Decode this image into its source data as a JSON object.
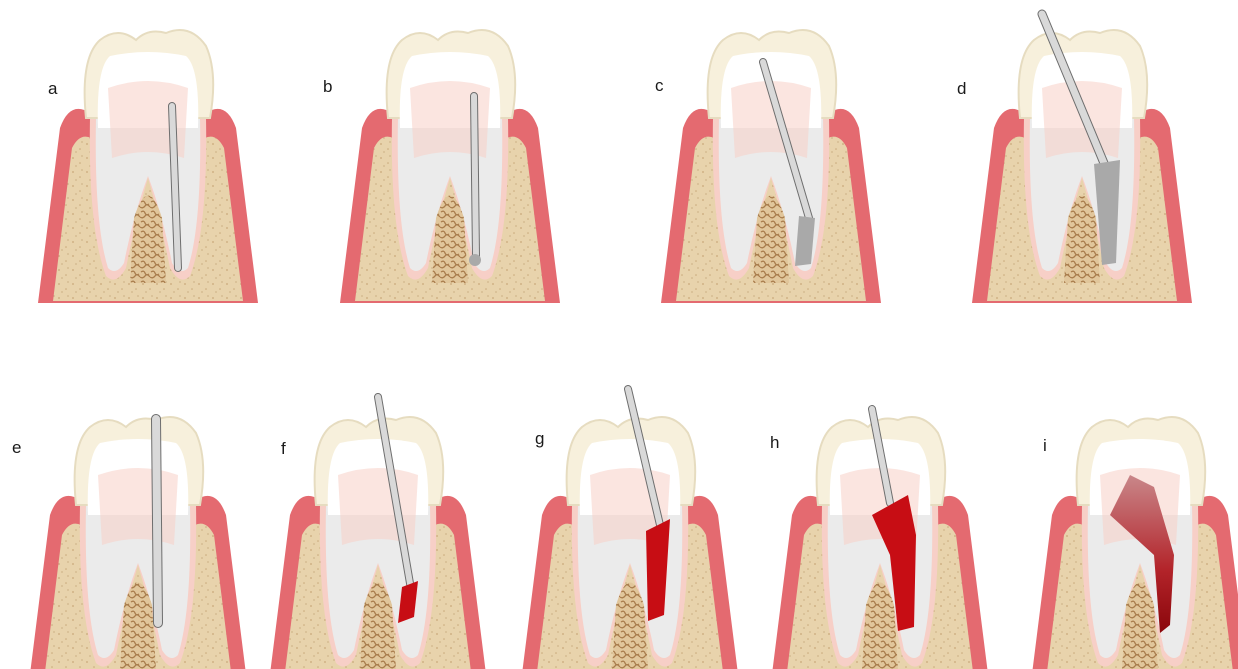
{
  "title": "",
  "colors": {
    "gum": "#e46a70",
    "gum_dark": "#d14f58",
    "gum_inner": "#f3a5a6",
    "bone": "#e8d3ac",
    "bone_fleck": "#c9a97a",
    "marrow": "#b58b5a",
    "marrow_light": "#e1c69b",
    "enamel": "#f7f0dc",
    "enamel_shade": "#e6dcc0",
    "dentin": "#ffffff",
    "pulp_halo": "#f7cfc7",
    "pulp": "#ebebeb",
    "instrument": "#a9a9a9",
    "instrument_light": "#d9d9d9",
    "instrument_dark": "#6e6e6e",
    "filling": "#c70d14",
    "filling_dark": "#8a060b"
  },
  "panels": [
    {
      "id": "a",
      "label": "a",
      "stage": "file-in-canal"
    },
    {
      "id": "b",
      "label": "b",
      "stage": "file-at-apex"
    },
    {
      "id": "c",
      "label": "c",
      "stage": "canal-shaping"
    },
    {
      "id": "d",
      "label": "d",
      "stage": "canal-widened"
    },
    {
      "id": "e",
      "label": "e",
      "stage": "master-cone"
    },
    {
      "id": "f",
      "label": "f",
      "stage": "apical-filling"
    },
    {
      "id": "g",
      "label": "g",
      "stage": "partial-filling"
    },
    {
      "id": "h",
      "label": "h",
      "stage": "further-filling"
    },
    {
      "id": "i",
      "label": "i",
      "stage": "complete-filling"
    }
  ]
}
